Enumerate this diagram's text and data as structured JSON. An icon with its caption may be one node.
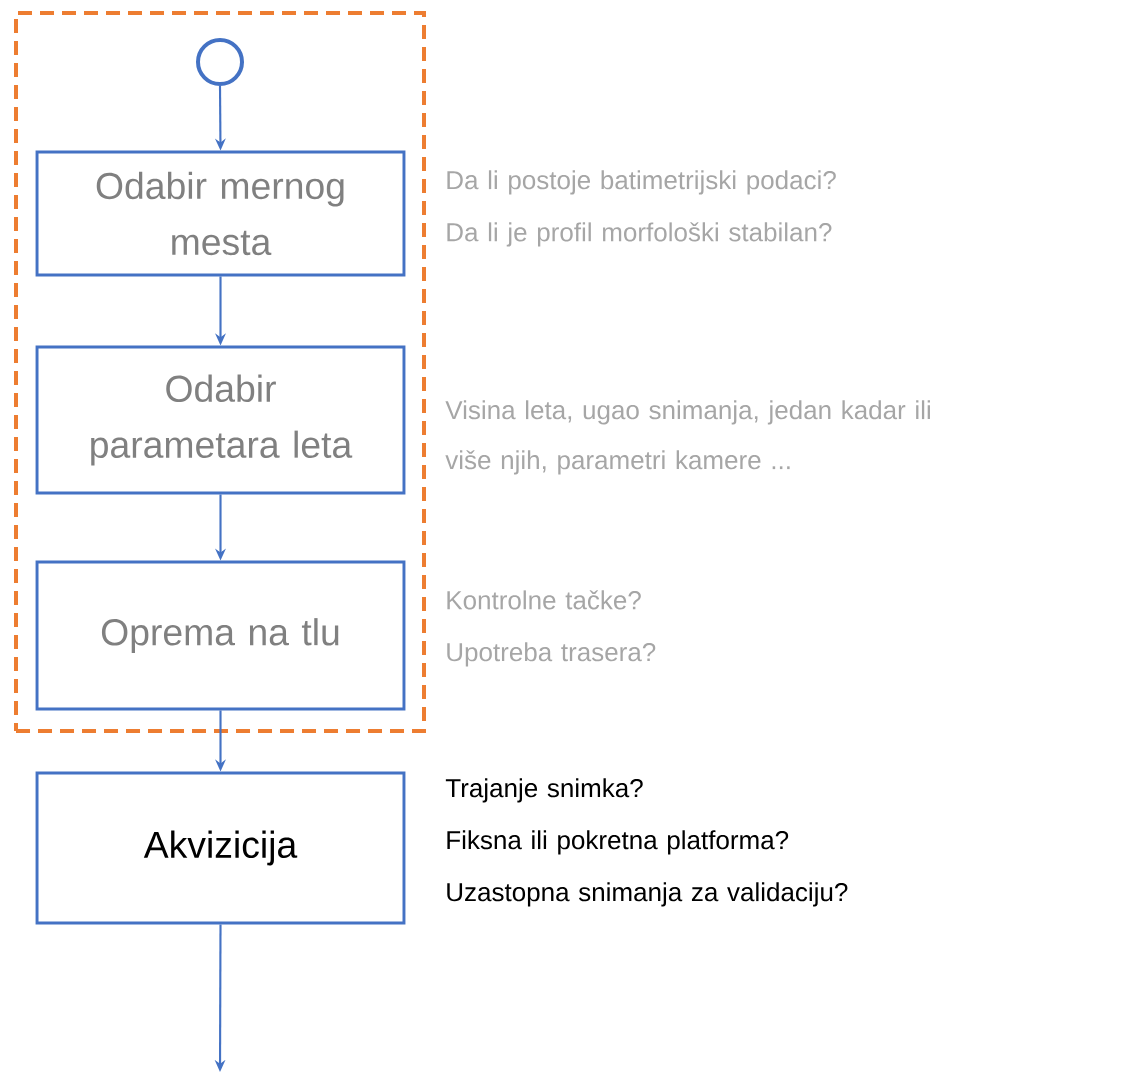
{
  "diagram": {
    "nodes": [
      {
        "text": [],
        "shape": "box"
      },
      {
        "text": [],
        "shape": "circle",
        "in": 0
      },
      {
        "text": [
          "Odabir mernog mesta"
        ],
        "in": 0,
        "beside": [
          "Da li postoje batimetrijski podaci?",
          "Da li je profil morfološki stabilan?"
        ]
      },
      {
        "text": [
          "Odabir parametara leta"
        ],
        "in": 0,
        "beside": [
          "Visina leta, ugao snimanja, jedan kadar ili više njih, parametri kamere ..."
        ]
      },
      {
        "text": [
          "Oprema na tlu"
        ],
        "in": 0,
        "beside": [
          "Kontrolne tačke?",
          "Upotreba trasera?"
        ]
      },
      {
        "text": [
          "Akvizicija"
        ],
        "beside": [
          "Trajanje snimka?",
          "Fiksna ili pokretna platforma?",
          "Uzastopna snimanja za validaciju?"
        ]
      }
    ],
    "edges": [
      {
        "from": 1,
        "to": 2,
        "arrow": "to"
      },
      {
        "from": 2,
        "to": 3,
        "arrow": "to"
      },
      {
        "from": 3,
        "to": 4,
        "arrow": "to"
      },
      {
        "from": 4,
        "to": 5,
        "arrow": "to"
      },
      {
        "from": 5,
        "to": null,
        "arrow": "to"
      }
    ]
  }
}
